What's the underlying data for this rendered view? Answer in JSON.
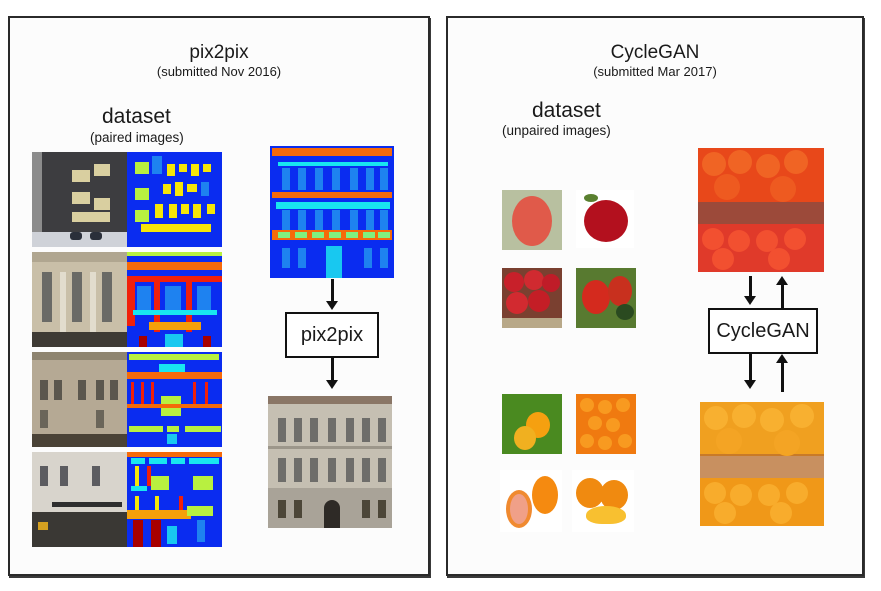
{
  "left": {
    "title": "pix2pix",
    "subtitle": "(submitted Nov 2016)",
    "dataset_title": "dataset",
    "dataset_subtitle": "(paired images)",
    "model_box_label": "pix2pix",
    "pairs": [
      {
        "photo": "modern-building-photo",
        "label": "facade-label-map-1"
      },
      {
        "photo": "classical-building-photo",
        "label": "facade-label-map-2"
      },
      {
        "photo": "ornate-building-photo",
        "label": "facade-label-map-3"
      },
      {
        "photo": "balcony-building-photo",
        "label": "facade-label-map-4"
      }
    ],
    "input_image": "facade-label-map-input",
    "output_image": "generated-building-photo"
  },
  "right": {
    "title": "CycleGAN",
    "subtitle": "(submitted Mar 2017)",
    "dataset_title": "dataset",
    "dataset_subtitle": "(unpaired images)",
    "model_box_label": "CycleGAN",
    "apples": [
      "apple-on-tree",
      "red-apple",
      "apples-in-crate",
      "apples-on-branch"
    ],
    "oranges": [
      "oranges-on-tree",
      "pile-of-oranges",
      "orange-halves",
      "oranges-with-slices"
    ],
    "top_image": "apples-in-crates-translated",
    "bottom_image": "oranges-in-crates"
  },
  "colors": {
    "label_blue": "#0a2cf0",
    "label_window": "#1e82f0",
    "label_red": "#f0200a",
    "label_orange": "#f56a0a",
    "label_cyan": "#18e6f0",
    "label_yellow": "#f6e608",
    "label_lime": "#b8f040",
    "border": "#2a2a2a",
    "panel_bg": "#fcfcfc"
  }
}
